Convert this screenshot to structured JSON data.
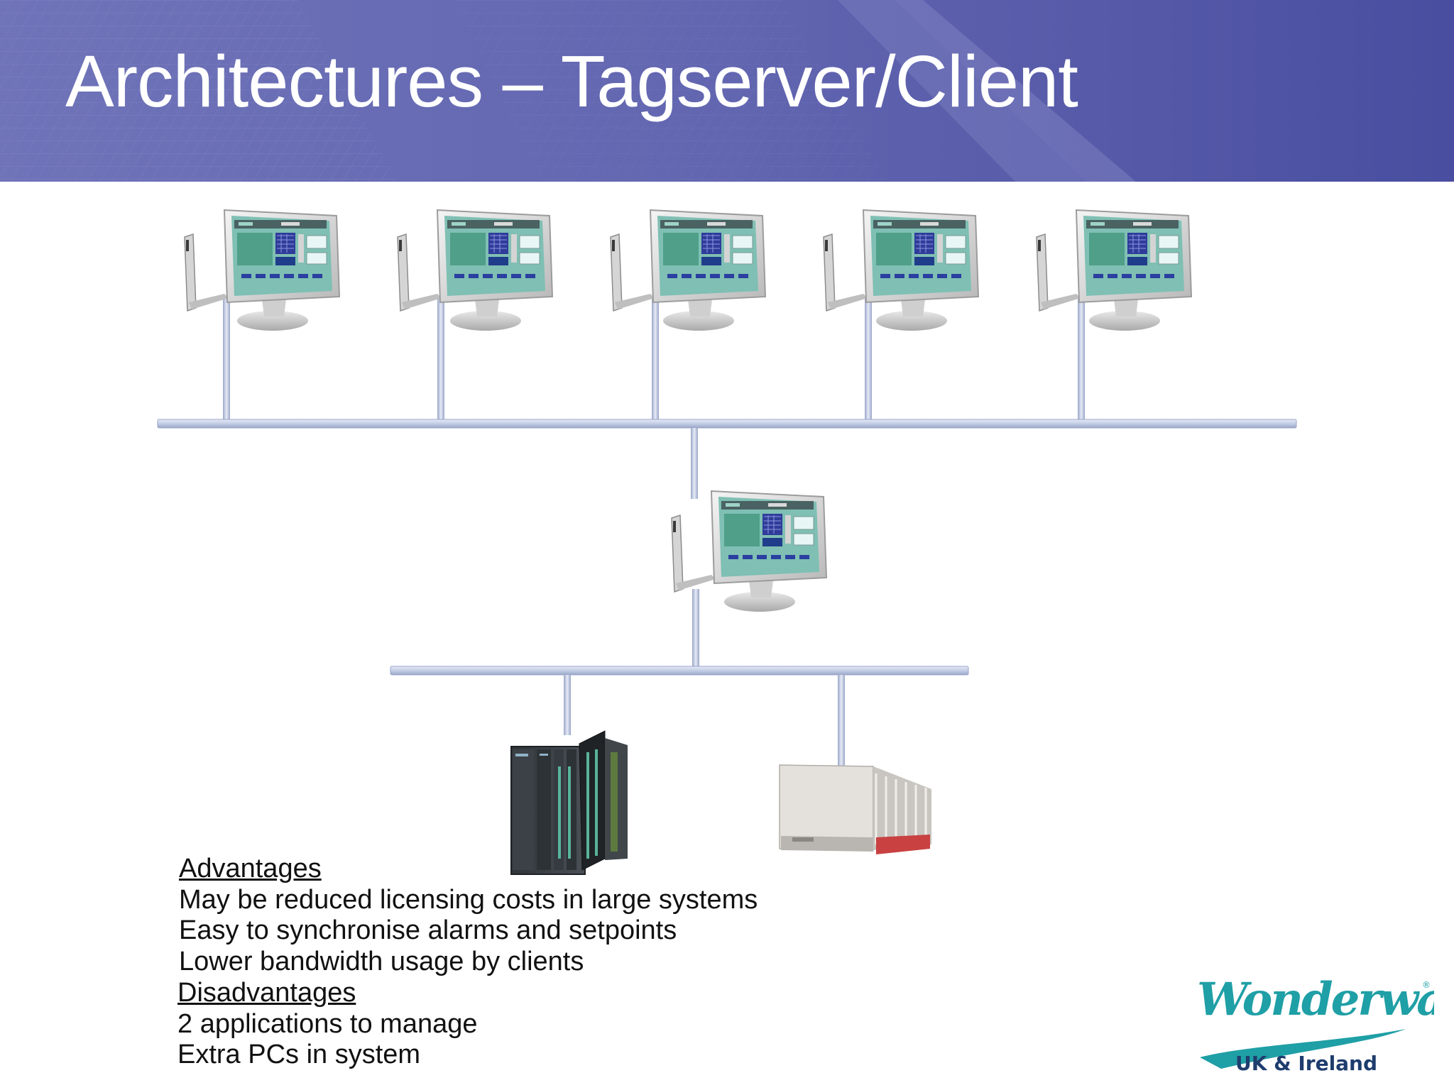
{
  "slide": {
    "title": "Architectures – Tagserver/Client"
  },
  "diagram": {
    "client_count": 5,
    "client_icon": "hmi-workstation-icon",
    "tagserver_icon": "hmi-workstation-icon",
    "devices": [
      "siemens-plc-icon",
      "allen-bradley-rack-icon"
    ],
    "colors": {
      "header_bg": "#5b5dab",
      "network_bus": "#c3cde6",
      "screen_green": "#3f9e8c",
      "logo_teal": "#1f9fa6"
    }
  },
  "notes": {
    "advantages_title": "Advantages",
    "advantages": [
      "May be reduced licensing costs in large systems",
      "Easy to synchronise alarms and setpoints",
      "Lower bandwidth usage by clients"
    ],
    "disadvantages_title": "Disadvantages",
    "disadvantages": [
      "2 applications to manage",
      "Extra PCs in system"
    ]
  },
  "logo": {
    "brand": "Wonderware",
    "region": "UK & Ireland"
  }
}
